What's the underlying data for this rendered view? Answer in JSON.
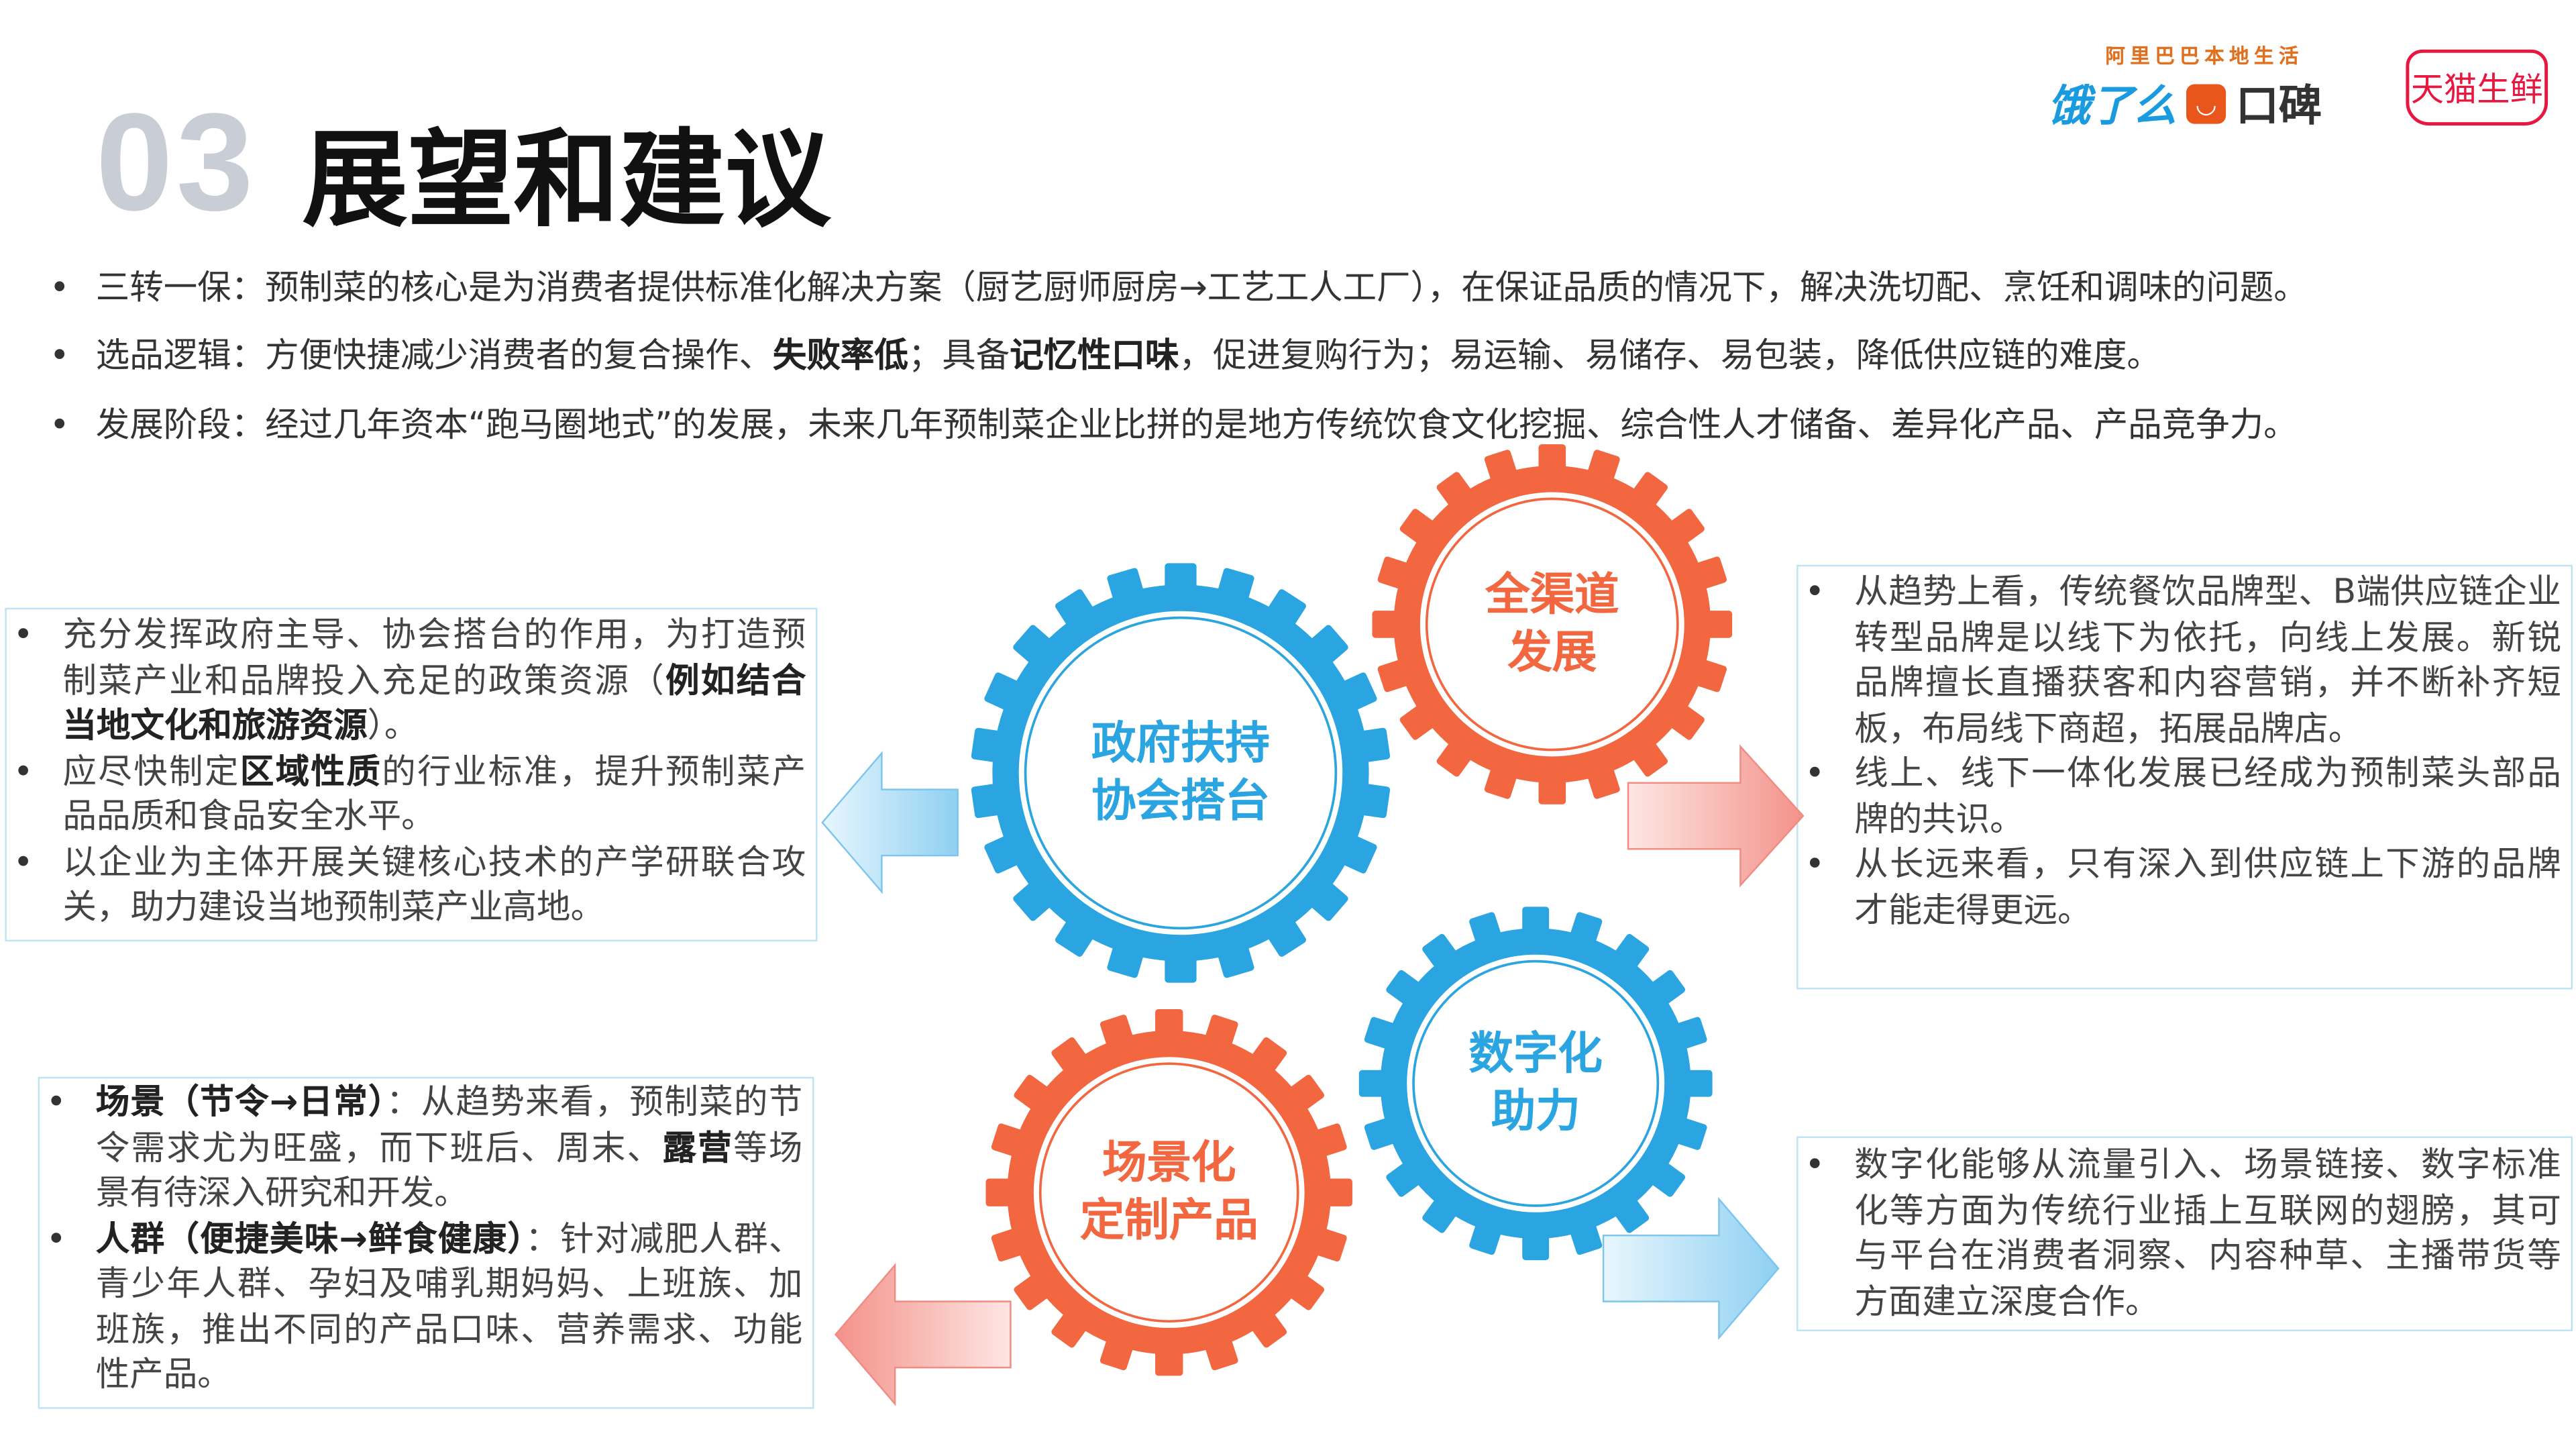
{
  "header": {
    "number": "03",
    "title": "展望和建议"
  },
  "logos": {
    "alibaba_local": "阿里巴巴本地生活",
    "eleme": "饿了么",
    "koubei_icon": "◡",
    "koubei": "口碑",
    "tmall_fresh": "天猫生鲜"
  },
  "top_bullets": [
    [
      {
        "t": "三转一保：预制菜的核心是为消费者提供标准化解决方案（厨艺厨师厨房→工艺工人工厂），在保证品质的情况下，解决洗切配、烹饪和调味的问题。"
      }
    ],
    [
      {
        "t": "选品逻辑：方便快捷减少消费者的复合操作、"
      },
      {
        "t": "失败率低",
        "b": true
      },
      {
        "t": "；具备"
      },
      {
        "t": "记忆性口味",
        "b": true
      },
      {
        "t": "，促进复购行为；易运输、易储存、易包装，降低供应链的难度。"
      }
    ],
    [
      {
        "t": "发展阶段：经过几年资本“跑马圈地式”的发展，未来几年预制菜企业比拼的是地方传统饮食文化挖掘、综合性人才储备、差异化产品、产品竞争力。"
      }
    ]
  ],
  "gears": {
    "government": {
      "line1": "政府扶持",
      "line2": "协会搭台",
      "color": "#2ba4e2"
    },
    "channels": {
      "line1": "全渠道",
      "line2": "发展",
      "color": "#f26640"
    },
    "digital": {
      "line1": "数字化",
      "line2": "助力",
      "color": "#2ba4e2"
    },
    "scenes": {
      "line1": "场景化",
      "line2": "定制产品",
      "color": "#f26640"
    }
  },
  "boxes": {
    "government": [
      [
        {
          "t": "充分发挥政府主导、协会搭台的作用，为打造预制菜产业和品牌投入充足的政策资源（"
        },
        {
          "t": "例如结合当地文化和旅游资源",
          "b": true
        },
        {
          "t": "）。"
        }
      ],
      [
        {
          "t": "应尽快制定"
        },
        {
          "t": "区域性质",
          "b": true
        },
        {
          "t": "的行业标准，提升预制菜产品品质和食品安全水平。"
        }
      ],
      [
        {
          "t": "以企业为主体开展关键核心技术的产学研联合攻关，助力建设当地预制菜产业高地。"
        }
      ]
    ],
    "channels": [
      [
        {
          "t": "从趋势上看，传统餐饮品牌型、B端供应链企业转型品牌是以线下为依托，向线上发展。新锐品牌擅长直播获客和内容营销，并不断补齐短板，布局线下商超，拓展品牌店。"
        }
      ],
      [
        {
          "t": "线上、线下一体化发展已经成为预制菜头部品牌的共识。"
        }
      ],
      [
        {
          "t": "从长远来看，只有深入到供应链上下游的品牌才能走得更远。"
        }
      ]
    ],
    "scenes": [
      [
        {
          "t": "场景（节令→日常）",
          "b": true
        },
        {
          "t": "：从趋势来看，预制菜的节令需求尤为旺盛，而下班后、周末、"
        },
        {
          "t": "露营",
          "b": true
        },
        {
          "t": "等场景有待深入研究和开发。"
        }
      ],
      [
        {
          "t": "人群（便捷美味→鲜食健康）",
          "b": true
        },
        {
          "t": "：针对减肥人群、青少年人群、孕妇及哺乳期妈妈、上班族、加班族，推出不同的产品口味、营养需求、功能性产品。"
        }
      ]
    ],
    "digital": [
      [
        {
          "t": "数字化能够从流量引入、场景链接、数字标准化等方面为传统行业插上互联网的翅膀，其可与平台在消费者洞察、内容种草、主播带货等方面建立深度合作。"
        }
      ]
    ]
  }
}
